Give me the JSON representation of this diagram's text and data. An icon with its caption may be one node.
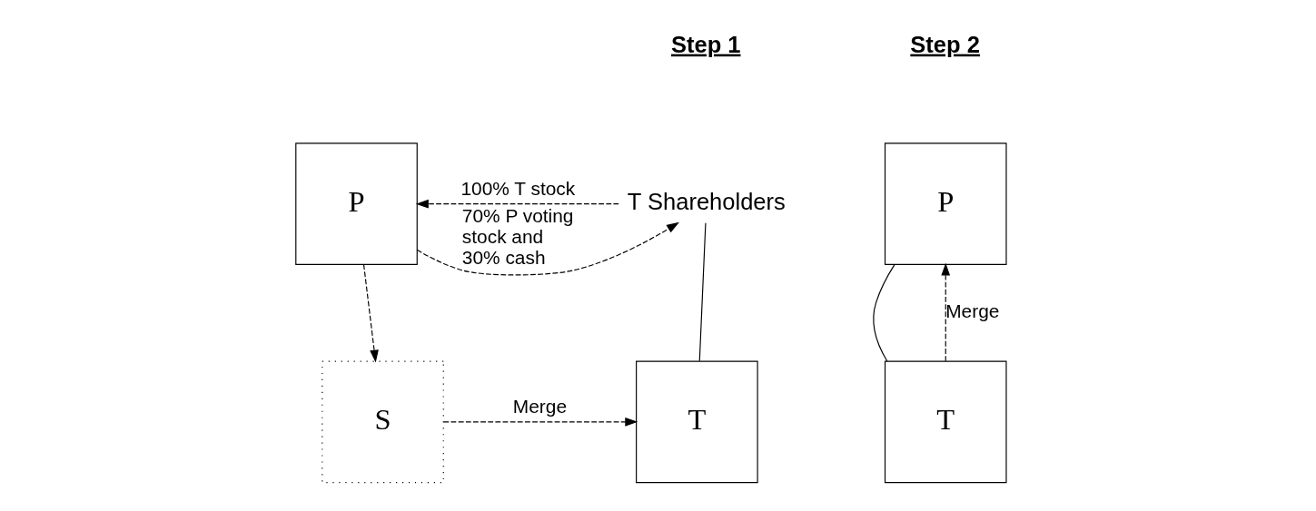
{
  "diagram": {
    "nodes": [
      {
        "text": [
          "T Shareholders"
        ]
      },
      {
        "text": [
          "P"
        ]
      },
      {
        "text": [
          "T"
        ]
      },
      {
        "text": [
          "S"
        ]
      },
      {
        "text": [
          "P"
        ]
      },
      {
        "text": [
          "T"
        ]
      }
    ],
    "edges": [
      {
        "from": 0,
        "to": 1,
        "arrow": "to",
        "style": "dashed",
        "label": "100% T stock"
      },
      {
        "from": 1,
        "to": 0,
        "arrow": "to",
        "style": "dashed",
        "label": "70% P voting stock and 30% cash"
      },
      {
        "from": 0,
        "to": 2,
        "arrow": "none"
      },
      {
        "from": 1,
        "to": 3,
        "arrow": "to",
        "style": "dashed"
      },
      {
        "from": 3,
        "to": 2,
        "arrow": "to",
        "style": "dashed",
        "label": "Merge"
      },
      {
        "from": 4,
        "to": 5,
        "arrow": "none"
      },
      {
        "from": 5,
        "to": 4,
        "arrow": "to",
        "style": "dashed",
        "label": "Merge"
      }
    ],
    "labels": [
      "Step 1",
      "Step 2"
    ]
  }
}
